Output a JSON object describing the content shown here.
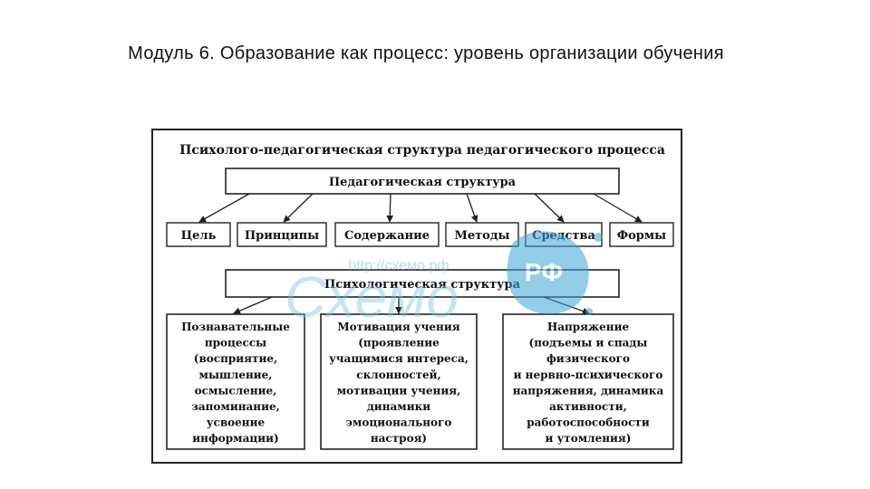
{
  "slide": {
    "title": "Модуль 6. Образование как процесс: уровень организации обучения"
  },
  "diagram": {
    "header": "Психолого-педагогическая структура педагогического процесса",
    "pedagogical_structure": "Педагогическая структура",
    "components": [
      "Цель",
      "Принципы",
      "Содержание",
      "Методы",
      "Средства",
      "Формы"
    ],
    "psychological_structure": "Психологическая структура",
    "columns": [
      [
        "Познавательные",
        "процессы",
        "(восприятие,",
        "мышление,",
        "осмысление,",
        "запоминание,",
        "усвоение",
        "информации)"
      ],
      [
        "Мотивация учения",
        "(проявление",
        "учащимися интереса,",
        "склонностей,",
        "мотивации учения,",
        "динамики",
        "эмоционального",
        "настроя)"
      ],
      [
        "Напряжение",
        "(подъемы и спады",
        "физического",
        "и нервно-психического",
        "напряжения, динамика",
        "активности,",
        "работоспособности",
        "и утомления)"
      ]
    ]
  },
  "watermark": {
    "url_text": "http://схемо.рф",
    "logo_text": "Схемо",
    "badge_text": "РФ",
    "color": "#3ea6d6"
  }
}
